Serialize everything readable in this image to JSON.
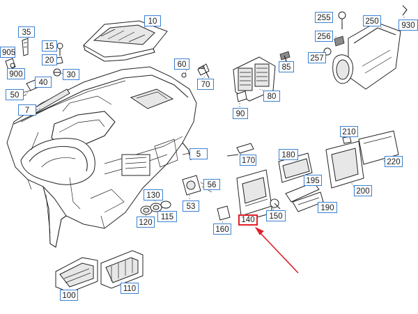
{
  "diagram": {
    "callouts": [
      {
        "id": "c35",
        "label": "35"
      },
      {
        "id": "c10",
        "label": "10"
      },
      {
        "id": "c255",
        "label": "255"
      },
      {
        "id": "c250",
        "label": "250"
      },
      {
        "id": "c930",
        "label": "930"
      },
      {
        "id": "c905",
        "label": "905"
      },
      {
        "id": "c15",
        "label": "15"
      },
      {
        "id": "c256",
        "label": "256"
      },
      {
        "id": "c20",
        "label": "20"
      },
      {
        "id": "c257",
        "label": "257"
      },
      {
        "id": "c85",
        "label": "85"
      },
      {
        "id": "c900",
        "label": "900"
      },
      {
        "id": "c30",
        "label": "30"
      },
      {
        "id": "c60",
        "label": "60"
      },
      {
        "id": "c40",
        "label": "40"
      },
      {
        "id": "c70",
        "label": "70"
      },
      {
        "id": "c50",
        "label": "50"
      },
      {
        "id": "c80",
        "label": "80"
      },
      {
        "id": "c7",
        "label": "7"
      },
      {
        "id": "c90",
        "label": "90"
      },
      {
        "id": "c210",
        "label": "210"
      },
      {
        "id": "c5",
        "label": "5"
      },
      {
        "id": "c180",
        "label": "180"
      },
      {
        "id": "c220",
        "label": "220"
      },
      {
        "id": "c170",
        "label": "170"
      },
      {
        "id": "c56",
        "label": "56"
      },
      {
        "id": "c195",
        "label": "195"
      },
      {
        "id": "c200",
        "label": "200"
      },
      {
        "id": "c130",
        "label": "130"
      },
      {
        "id": "c53",
        "label": "53"
      },
      {
        "id": "c190",
        "label": "190"
      },
      {
        "id": "c115",
        "label": "115"
      },
      {
        "id": "c150",
        "label": "150"
      },
      {
        "id": "c140",
        "label": "140",
        "highlight": true
      },
      {
        "id": "c120",
        "label": "120"
      },
      {
        "id": "c160",
        "label": "160"
      },
      {
        "id": "c110",
        "label": "110"
      },
      {
        "id": "c100",
        "label": "100"
      }
    ],
    "colors": {
      "callout_border": "#3a7fd0",
      "highlight": "#e0202a",
      "line_art": "#222222"
    }
  }
}
